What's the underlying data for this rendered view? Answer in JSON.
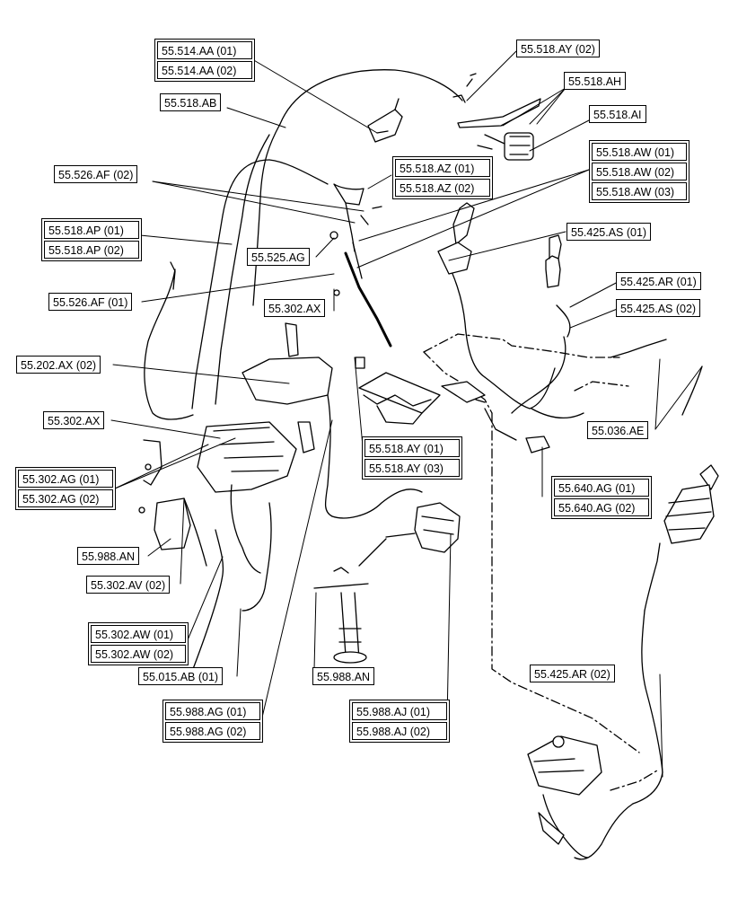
{
  "labels": {
    "514_AA_01": "55.514.AA (01)",
    "514_AA_02": "55.514.AA (02)",
    "518_AY_02": "55.518.AY (02)",
    "518_AH": "55.518.AH",
    "518_AB": "55.518.AB",
    "518_AI": "55.518.AI",
    "518_AW_01": "55.518.AW (01)",
    "518_AW_02": "55.518.AW (02)",
    "518_AW_03": "55.518.AW (03)",
    "526_AF_02": "55.526.AF (02)",
    "518_AZ_01": "55.518.AZ (01)",
    "518_AZ_02": "55.518.AZ (02)",
    "518_AP_01": "55.518.AP (01)",
    "518_AP_02": "55.518.AP (02)",
    "425_AS_01": "55.425.AS (01)",
    "525_AG": "55.525.AG",
    "425_AR_01": "55.425.AR (01)",
    "526_AF_01": "55.526.AF (01)",
    "302_AX_top": "55.302.AX",
    "425_AS_02": "55.425.AS (02)",
    "202_AX_02": "55.202.AX (02)",
    "302_AX_left": "55.302.AX",
    "036_AE": "55.036.AE",
    "518_AY_01": "55.518.AY (01)",
    "518_AY_03": "55.518.AY (03)",
    "302_AG_01": "55.302.AG (01)",
    "302_AG_02": "55.302.AG (02)",
    "640_AG_01": "55.640.AG (01)",
    "640_AG_02": "55.640.AG (02)",
    "988_AN_left": "55.988.AN",
    "302_AV_02": "55.302.AV (02)",
    "302_AW_01": "55.302.AW (01)",
    "302_AW_02": "55.302.AW (02)",
    "015_AB_01": "55.015.AB (01)",
    "988_AN_mid": "55.988.AN",
    "425_AR_02": "55.425.AR (02)",
    "988_AG_01": "55.988.AG (01)",
    "988_AG_02": "55.988.AG (02)",
    "988_AJ_01": "55.988.AJ (01)",
    "988_AJ_02": "55.988.AJ (02)"
  }
}
